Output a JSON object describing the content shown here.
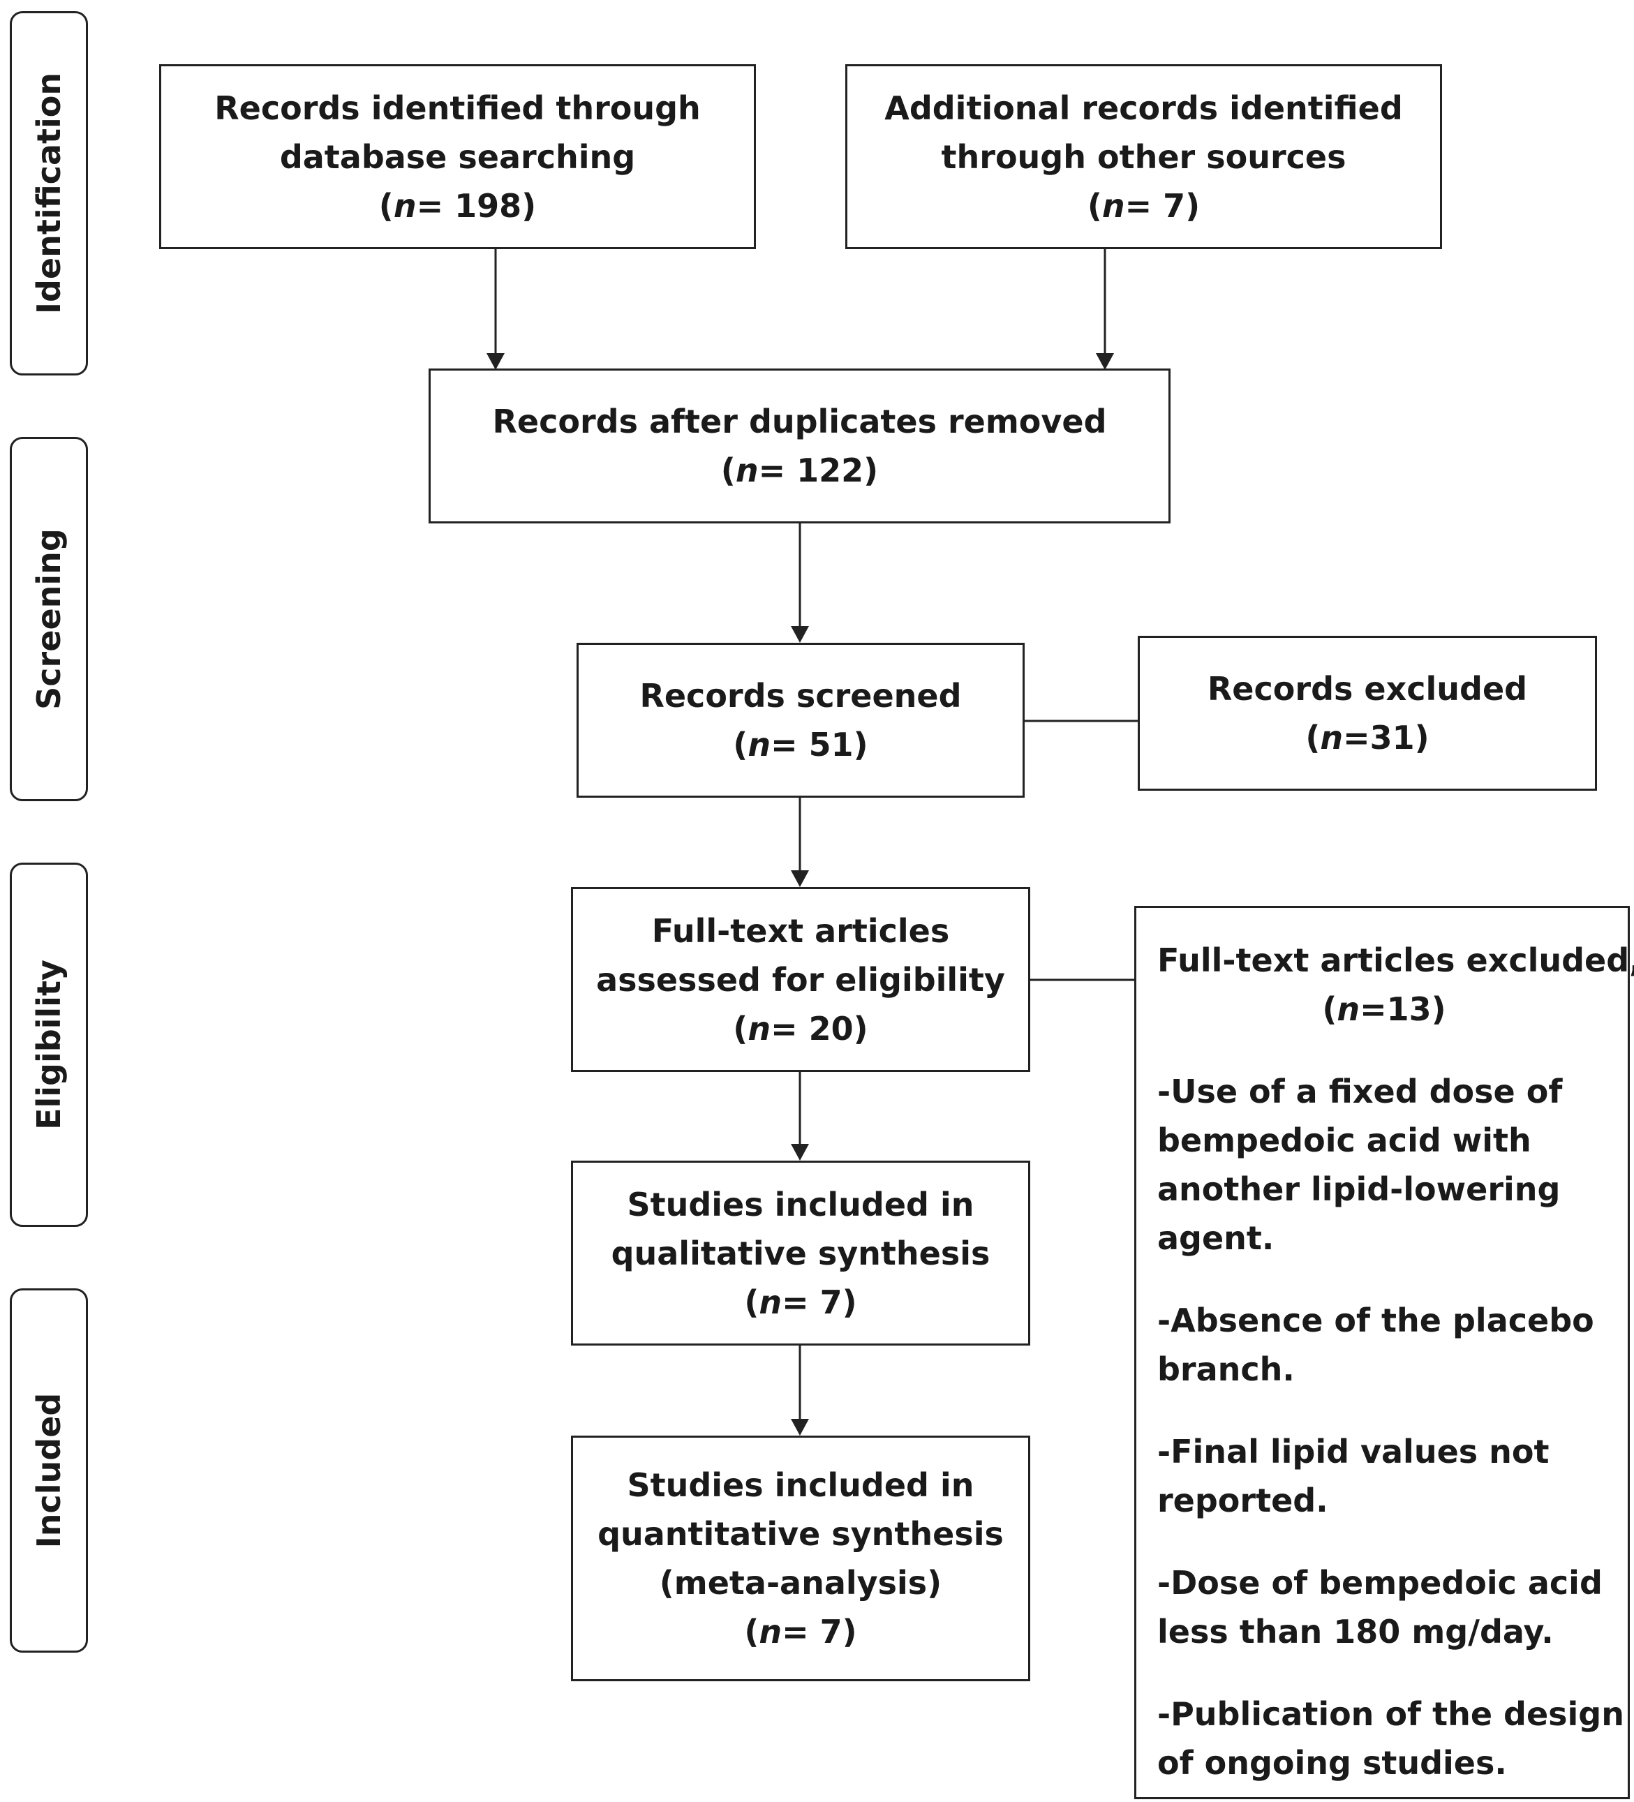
{
  "stages": [
    {
      "label": "Identification"
    },
    {
      "label": "Screening"
    },
    {
      "label": "Eligibility"
    },
    {
      "label": "Included"
    }
  ],
  "boxes": {
    "database_search": {
      "lines": [
        "Records identified through",
        "database searching"
      ],
      "n_prefix": "(",
      "n_symbol": "n",
      "n_value": "= 198)"
    },
    "other_sources": {
      "lines": [
        "Additional records identified",
        "through other sources"
      ],
      "n_prefix": "(",
      "n_symbol": "n",
      "n_value": "= 7)"
    },
    "duplicates_removed": {
      "lines": [
        "Records after duplicates removed"
      ],
      "n_prefix": "(",
      "n_symbol": "n",
      "n_value": "= 122)"
    },
    "screened": {
      "lines": [
        "Records screened"
      ],
      "n_prefix": "(",
      "n_symbol": "n",
      "n_value": "= 51)"
    },
    "excluded": {
      "lines": [
        "Records excluded"
      ],
      "n_prefix": "(",
      "n_symbol": "n",
      "n_value": "=31)"
    },
    "full_text": {
      "lines": [
        "Full-text articles",
        "assessed for eligibility"
      ],
      "n_prefix": "(",
      "n_symbol": "n",
      "n_value": "= 20)"
    },
    "qualitative": {
      "lines": [
        "Studies included in",
        "qualitative synthesis"
      ],
      "n_prefix": "(",
      "n_symbol": "n",
      "n_value": "= 7)"
    },
    "quantitative": {
      "lines": [
        "Studies included in",
        "quantitative synthesis",
        "(meta-analysis)"
      ],
      "n_prefix": "(",
      "n_symbol": "n",
      "n_value": "= 7)"
    }
  },
  "fulltext_excluded": {
    "title": "Full-text articles excluded,",
    "n_prefix": "(",
    "n_symbol": "n",
    "n_value": "=13)",
    "reasons": [
      [
        "-Use of a fixed dose of",
        "bempedoic acid with",
        "another lipid-lowering",
        "agent."
      ],
      [
        "-Absence of the placebo",
        "branch."
      ],
      [
        "-Final lipid values not",
        "reported."
      ],
      [
        "-Dose of bempedoic acid",
        "less than 180 mg/day."
      ],
      [
        "-Publication of the design",
        "of ongoing studies."
      ]
    ]
  }
}
